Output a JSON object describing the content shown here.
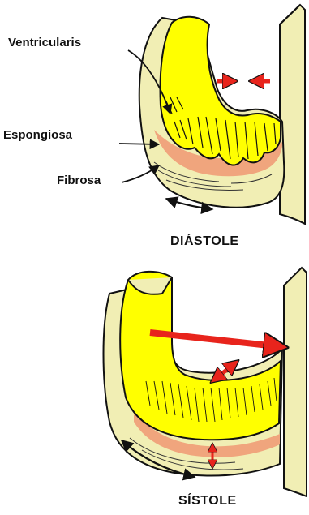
{
  "labels": {
    "ventricularis": "Ventricularis",
    "espongiosa": "Espongiosa",
    "fibrosa": "Fibrosa",
    "diastole": "DIÁSTOLE",
    "sistole": "SÍSTOLE"
  },
  "colors": {
    "cusp_fill": "#f1eeb4",
    "ventricularis_yellow": "#ffff00",
    "spongiosa_salmon": "#f0a57d",
    "arrow_red": "#e8241c",
    "outline": "#111111"
  }
}
